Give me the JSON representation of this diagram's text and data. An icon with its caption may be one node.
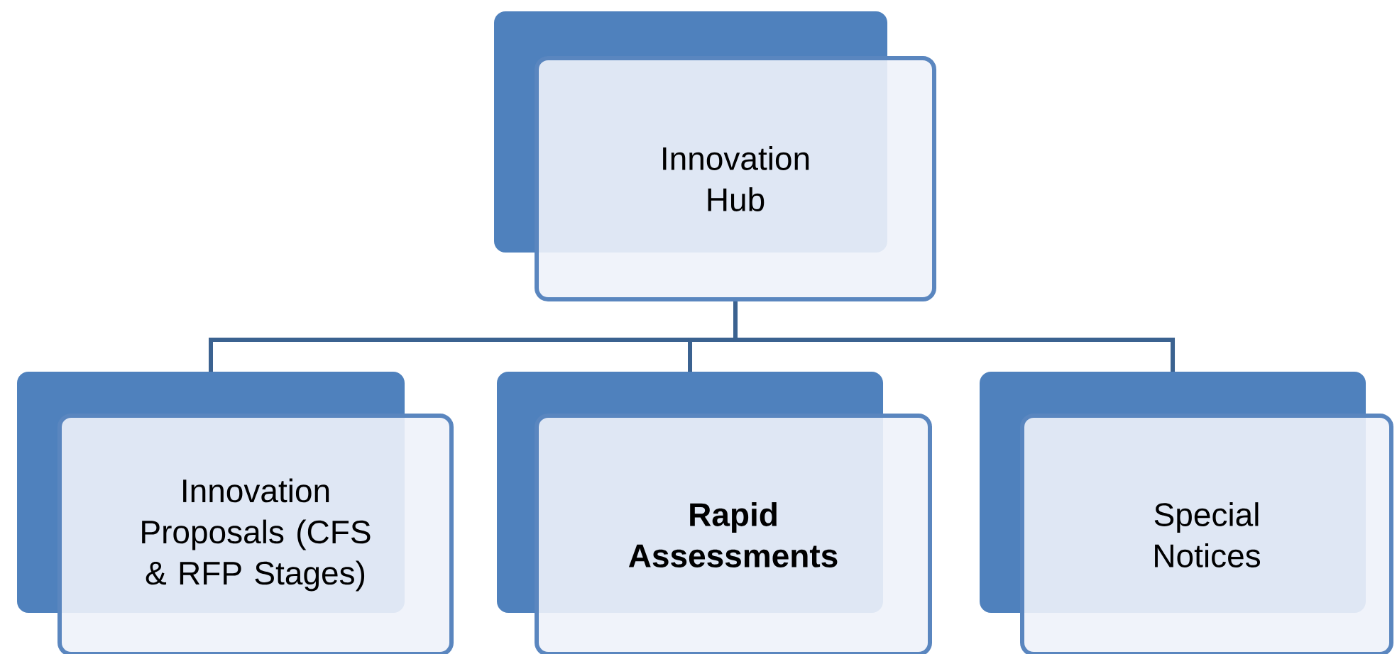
{
  "diagram": {
    "nodes": [
      {
        "text": [
          "Innovation Hub"
        ]
      },
      {
        "text": [
          "Innovation Proposals (CFS & RFP Stages)"
        ]
      },
      {
        "text": [
          "Rapid Assessments"
        ]
      },
      {
        "text": [
          "Special Notices"
        ]
      }
    ],
    "edges": [
      {
        "from": 0,
        "to": 1,
        "arrow": "none"
      },
      {
        "from": 0,
        "to": 2,
        "arrow": "none"
      },
      {
        "from": 0,
        "to": 3,
        "arrow": "none"
      }
    ]
  }
}
